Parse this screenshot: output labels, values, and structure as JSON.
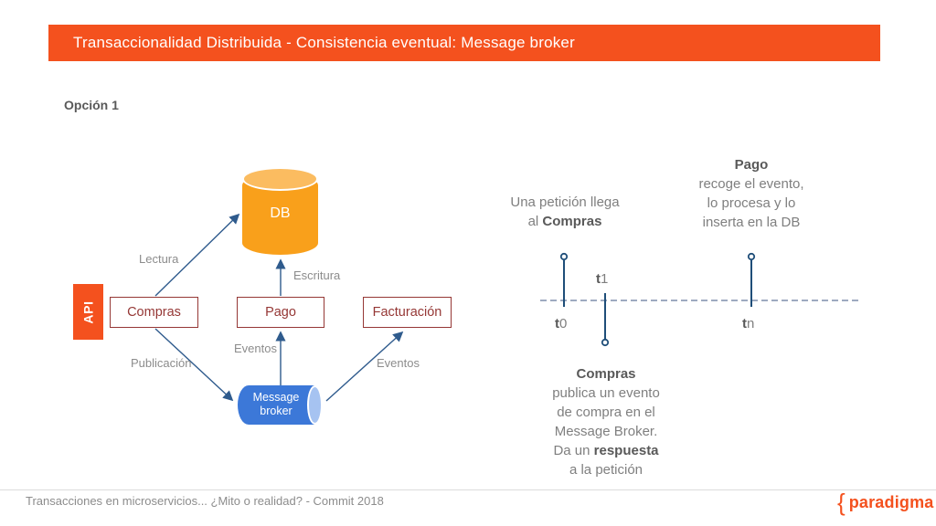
{
  "slide": {
    "title": "Transaccionalidad Distribuida - Consistencia eventual: Message broker",
    "subtitle": "Opción 1",
    "footer": "Transacciones en microservicios... ¿Mito o realidad? - Commit 2018",
    "logo": {
      "brace": "{",
      "text": "paradigma"
    }
  },
  "diagram": {
    "db_label": "DB",
    "api_label": "API",
    "services": [
      "Compras",
      "Pago",
      "Facturación"
    ],
    "broker_label_line1": "Message",
    "broker_label_line2": "broker",
    "edge_labels": {
      "lectura": "Lectura",
      "escritura": "Escritura",
      "publicacion": "Publicación",
      "eventos_pago": "Eventos",
      "eventos_facturacion": "Eventos"
    }
  },
  "timeline": {
    "markers": [
      {
        "t": "t",
        "sub": "0"
      },
      {
        "t": "t",
        "sub": "1"
      },
      {
        "t": "t",
        "sub": "n"
      }
    ],
    "annotations": {
      "left": {
        "line1": "Una petición llega",
        "line2_prefix": "al ",
        "line2_bold": "Compras"
      },
      "right": {
        "line1_bold": "Pago",
        "line2": "recoge el evento,",
        "line3": "lo procesa y lo",
        "line4": "inserta en la DB"
      },
      "bottom": {
        "line1_bold": "Compras",
        "line2": "publica un evento",
        "line3": "de compra en el",
        "line4": "Message Broker.",
        "line5_prefix": "Da un ",
        "line5_bold": "respuesta",
        "line6": "a la petición"
      }
    }
  },
  "colors": {
    "accent_orange": "#F4511E",
    "db_orange": "#F9A01B",
    "db_orange_light": "#FBBC60",
    "broker_blue": "#3C78D8",
    "broker_blue_light": "#A6C3F1",
    "service_maroon": "#953735",
    "arrow_blue": "#2F5B8D",
    "timeline_navy": "#1F4E79",
    "label_gray": "#8C8C8C",
    "text_gray": "#7F7F7F",
    "text_dark": "#595959"
  }
}
